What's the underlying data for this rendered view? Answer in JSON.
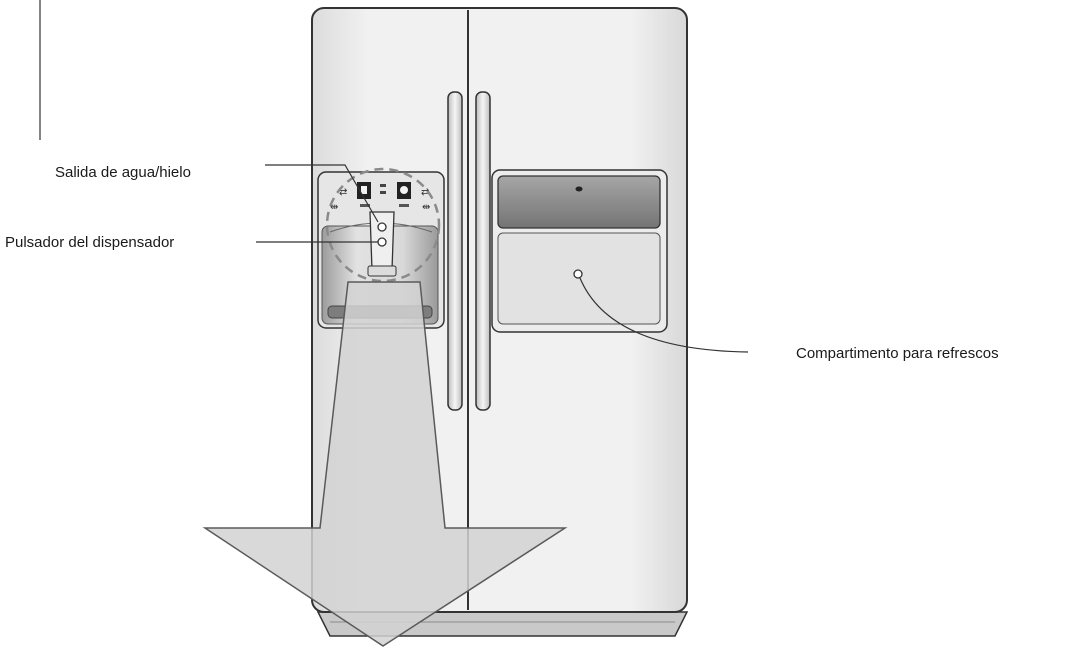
{
  "callouts": {
    "water_ice_outlet": "Salida de agua/hielo",
    "dispenser_button": "Pulsador del dispensador",
    "refreshment_compartment": "Compartimento para refrescos"
  },
  "colors": {
    "line": "#333333",
    "body_fill": "#ededed",
    "arrow_fill": "#d2d2d2"
  }
}
